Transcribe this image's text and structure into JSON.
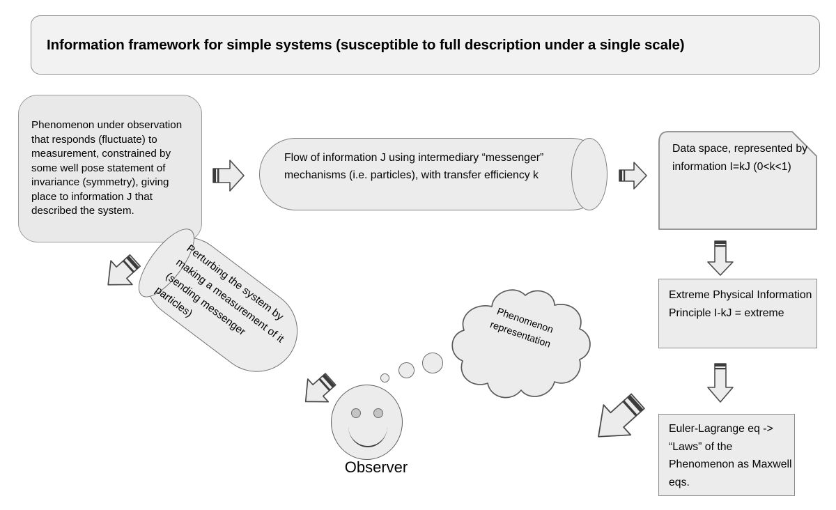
{
  "title": {
    "text": "Information framework for simple systems (susceptible to full description under a single scale)"
  },
  "nodes": {
    "phenomenon": {
      "text": "Phenomenon under observation that responds (fluctuate)  to measurement, constrained by some well pose statement of invariance (symmetry), giving place to information J that described the system."
    },
    "flow": {
      "text": "Flow of  information J using intermediary “messenger” mechanisms (i.e. particles), with transfer efficiency k"
    },
    "data_space": {
      "text": "Data space, represented by information I=kJ (0<k<1)"
    },
    "epi": {
      "text": "Extreme Physical Information Principle I-kJ = extreme"
    },
    "euler": {
      "text": "Euler-Lagrange eq -> “Laws” of the Phenomenon as Maxwell eqs."
    },
    "perturb": {
      "text": "Perturbing the system by making a measurement of it (sending messenger particles)"
    },
    "cloud": {
      "text": "Phenomenon representation"
    },
    "observer": {
      "label": "Observer"
    }
  },
  "arrows": [
    {
      "name": "phenomenon-to-flow",
      "direction": "right"
    },
    {
      "name": "flow-to-data-space",
      "direction": "right"
    },
    {
      "name": "data-space-to-epi",
      "direction": "down"
    },
    {
      "name": "epi-to-euler",
      "direction": "down"
    },
    {
      "name": "euler-to-cloud",
      "direction": "up-left"
    },
    {
      "name": "cloud-to-observer",
      "direction": "up-left"
    },
    {
      "name": "perturb-to-phenomenon",
      "direction": "up-left"
    }
  ],
  "colors": {
    "background": "#ffffff",
    "box_fill": "#ececec",
    "phenomenon_fill": "#e9e9e9",
    "title_fill": "#f2f2f2",
    "stroke": "#8a8a8a",
    "text": "#000000",
    "eye_fill": "#c4c4c4"
  }
}
